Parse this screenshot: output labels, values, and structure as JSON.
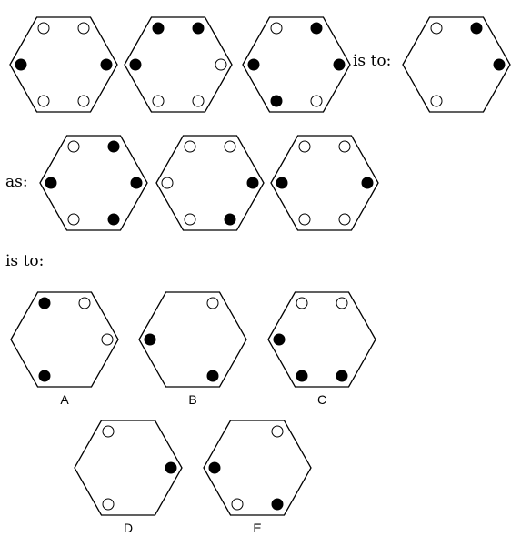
{
  "labels": {
    "is_to_1": "is to:",
    "as": "as:",
    "is_to_2": "is to:"
  },
  "top_row": [
    {
      "dots": [
        "empty",
        "empty",
        "filled",
        "filled",
        "empty",
        "empty"
      ]
    },
    {
      "dots": [
        "filled",
        "filled",
        "filled",
        "empty",
        "empty",
        "empty"
      ]
    },
    {
      "dots": [
        "empty",
        "filled",
        "filled",
        "filled",
        "filled",
        "empty"
      ]
    },
    {
      "dots": [
        "empty",
        "filled",
        "none",
        "filled",
        "empty",
        "none"
      ]
    }
  ],
  "middle_row": [
    {
      "dots": [
        "empty",
        "filled",
        "filled",
        "filled",
        "empty",
        "filled"
      ]
    },
    {
      "dots": [
        "empty",
        "empty",
        "empty",
        "filled",
        "empty",
        "filled"
      ]
    },
    {
      "dots": [
        "empty",
        "empty",
        "filled",
        "filled",
        "empty",
        "empty"
      ]
    }
  ],
  "options": [
    {
      "letter": "A",
      "dots": [
        "filled",
        "empty",
        "none",
        "empty",
        "filled",
        "none"
      ]
    },
    {
      "letter": "B",
      "dots": [
        "none",
        "empty",
        "filled",
        "none",
        "none",
        "filled"
      ]
    },
    {
      "letter": "C",
      "dots": [
        "empty",
        "empty",
        "filled",
        "none",
        "filled",
        "filled"
      ]
    },
    {
      "letter": "D",
      "dots": [
        "empty",
        "none",
        "none",
        "filled",
        "empty",
        "none"
      ]
    },
    {
      "letter": "E",
      "dots": [
        "none",
        "empty",
        "filled",
        "none",
        "empty",
        "filled"
      ]
    }
  ]
}
